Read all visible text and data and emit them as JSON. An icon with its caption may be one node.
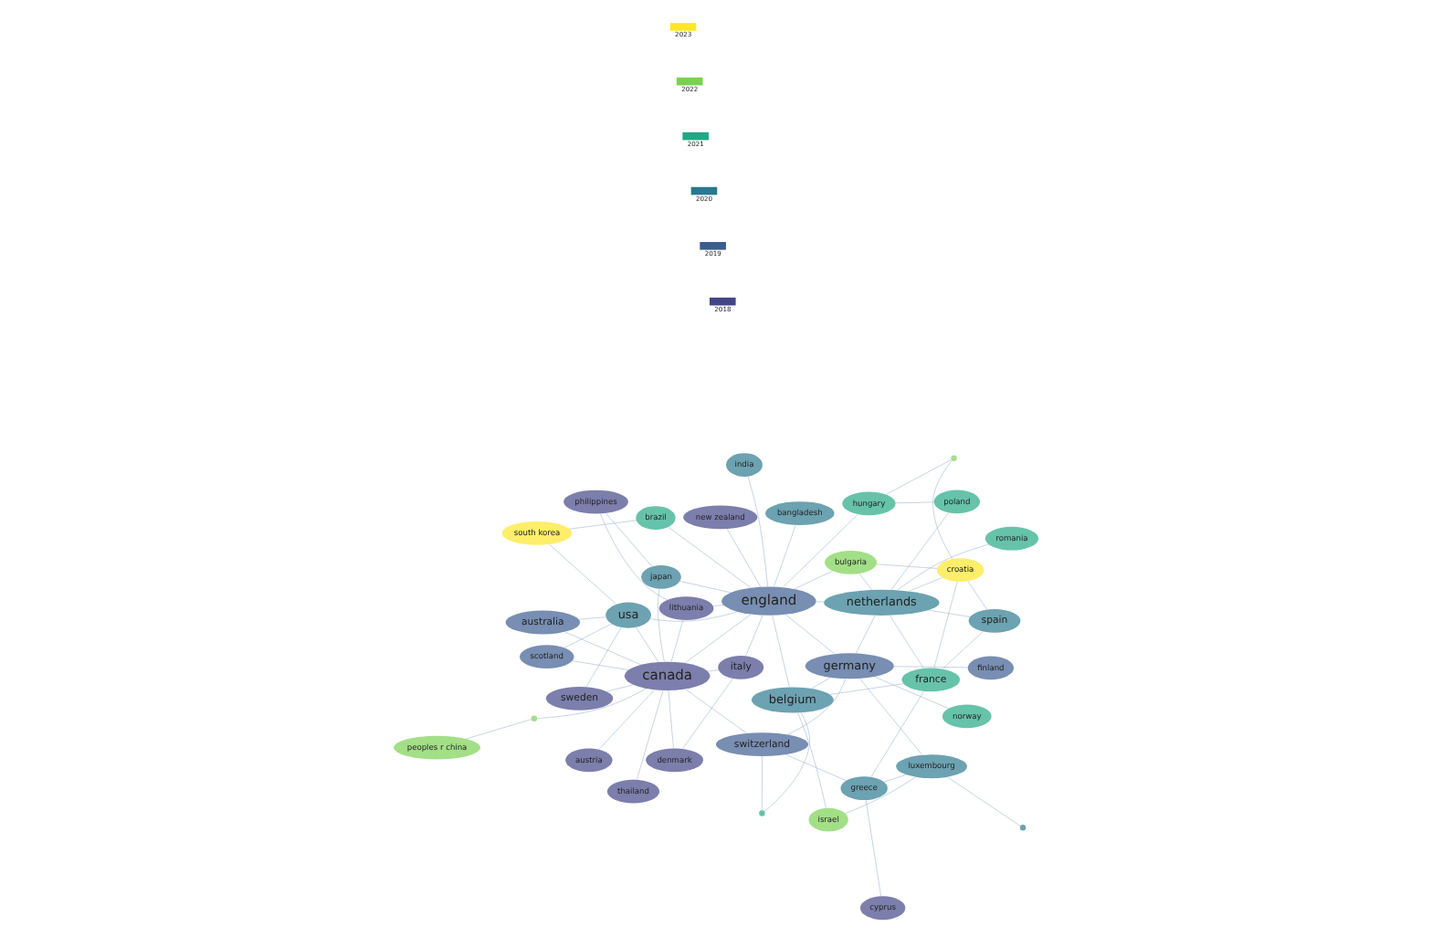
{
  "diagram": {
    "nodes": [
      {
        "text": [
          "cyprus"
        ]
      },
      {
        "text": [
          "greece"
        ]
      },
      {
        "text": [
          "israel"
        ]
      },
      {
        "text": [
          "luxembourg"
        ]
      },
      {
        "text": [],
        "shape": "circle"
      },
      {
        "text": [],
        "shape": "circle"
      },
      {
        "text": [
          "france"
        ]
      },
      {
        "text": [
          "switzerland"
        ]
      },
      {
        "text": [
          "norway"
        ]
      },
      {
        "text": [
          "spain"
        ]
      },
      {
        "text": [
          "belgium"
        ]
      },
      {
        "text": [
          "germany"
        ]
      },
      {
        "text": [
          "croatia"
        ]
      },
      {
        "text": [
          "finland"
        ]
      },
      {
        "text": [
          "netherlands"
        ]
      },
      {
        "text": [
          "bulgaria"
        ]
      },
      {
        "text": [
          "south korea"
        ]
      },
      {
        "text": [
          "australia"
        ]
      },
      {
        "text": [],
        "shape": "circle"
      },
      {
        "text": [
          "brazil"
        ]
      },
      {
        "text": [
          "scotland"
        ]
      },
      {
        "text": [
          "usa"
        ]
      },
      {
        "text": [
          "england"
        ]
      },
      {
        "text": [
          "romania"
        ]
      },
      {
        "text": [
          "poland"
        ]
      },
      {
        "text": [
          "italy"
        ]
      },
      {
        "text": [
          "hungary"
        ]
      },
      {
        "text": [
          "canada"
        ]
      },
      {
        "text": [
          "sweden"
        ]
      },
      {
        "text": [
          "thailand"
        ]
      },
      {
        "text": [],
        "shape": "circle"
      },
      {
        "text": [
          "denmark"
        ]
      },
      {
        "text": [
          "new zealand"
        ]
      },
      {
        "text": [
          "bangladesh"
        ]
      },
      {
        "text": [
          "peoples r china"
        ]
      },
      {
        "text": [
          "austria"
        ]
      },
      {
        "text": [
          "lithuania"
        ]
      },
      {
        "text": [
          "japan"
        ]
      },
      {
        "text": [
          "philippines"
        ]
      },
      {
        "text": [
          "india"
        ]
      }
    ],
    "edges": [
      {
        "from": 0,
        "to": 1,
        "arrow": "none"
      },
      {
        "from": 1,
        "to": 3,
        "arrow": "none"
      },
      {
        "from": 1,
        "to": 7,
        "arrow": "none"
      },
      {
        "from": 1,
        "to": 6,
        "arrow": "none"
      },
      {
        "from": 2,
        "to": 3,
        "arrow": "none"
      },
      {
        "from": 2,
        "to": 10,
        "arrow": "none"
      },
      {
        "from": 4,
        "to": 3,
        "arrow": "none"
      },
      {
        "from": 5,
        "to": 7,
        "arrow": "none"
      },
      {
        "from": 5,
        "to": 10,
        "arrow": "none"
      },
      {
        "from": 3,
        "to": 11,
        "arrow": "none"
      },
      {
        "from": 6,
        "to": 9,
        "arrow": "none"
      },
      {
        "from": 6,
        "to": 14,
        "arrow": "none"
      },
      {
        "from": 6,
        "to": 10,
        "arrow": "none"
      },
      {
        "from": 7,
        "to": 11,
        "arrow": "none"
      },
      {
        "from": 7,
        "to": 27,
        "arrow": "none"
      },
      {
        "from": 8,
        "to": 11,
        "arrow": "none"
      },
      {
        "from": 9,
        "to": 14,
        "arrow": "none"
      },
      {
        "from": 10,
        "to": 11,
        "arrow": "none"
      },
      {
        "from": 10,
        "to": 22,
        "arrow": "none"
      },
      {
        "from": 11,
        "to": 14,
        "arrow": "none"
      },
      {
        "from": 11,
        "to": 22,
        "arrow": "none"
      },
      {
        "from": 12,
        "to": 9,
        "arrow": "none"
      },
      {
        "from": 12,
        "to": 14,
        "arrow": "none"
      },
      {
        "from": 12,
        "to": 6,
        "arrow": "none"
      },
      {
        "from": 12,
        "to": 15,
        "arrow": "none"
      },
      {
        "from": 13,
        "to": 11,
        "arrow": "none"
      },
      {
        "from": 14,
        "to": 22,
        "arrow": "none"
      },
      {
        "from": 15,
        "to": 14,
        "arrow": "none"
      },
      {
        "from": 15,
        "to": 22,
        "arrow": "none"
      },
      {
        "from": 16,
        "to": 19,
        "arrow": "none"
      },
      {
        "from": 16,
        "to": 21,
        "arrow": "none"
      },
      {
        "from": 17,
        "to": 21,
        "arrow": "none"
      },
      {
        "from": 17,
        "to": 27,
        "arrow": "none"
      },
      {
        "from": 18,
        "to": 12,
        "arrow": "none"
      },
      {
        "from": 18,
        "to": 26,
        "arrow": "none"
      },
      {
        "from": 19,
        "to": 22,
        "arrow": "none"
      },
      {
        "from": 20,
        "to": 27,
        "arrow": "none"
      },
      {
        "from": 20,
        "to": 21,
        "arrow": "none"
      },
      {
        "from": 21,
        "to": 22,
        "arrow": "none"
      },
      {
        "from": 21,
        "to": 27,
        "arrow": "none"
      },
      {
        "from": 22,
        "to": 27,
        "arrow": "none"
      },
      {
        "from": 22,
        "to": 25,
        "arrow": "none"
      },
      {
        "from": 23,
        "to": 14,
        "arrow": "none"
      },
      {
        "from": 24,
        "to": 26,
        "arrow": "none"
      },
      {
        "from": 24,
        "to": 14,
        "arrow": "none"
      },
      {
        "from": 25,
        "to": 27,
        "arrow": "none"
      },
      {
        "from": 26,
        "to": 22,
        "arrow": "none"
      },
      {
        "from": 28,
        "to": 21,
        "arrow": "none"
      },
      {
        "from": 28,
        "to": 27,
        "arrow": "none"
      },
      {
        "from": 29,
        "to": 27,
        "arrow": "none"
      },
      {
        "from": 30,
        "to": 27,
        "arrow": "none"
      },
      {
        "from": 31,
        "to": 27,
        "arrow": "none"
      },
      {
        "from": 31,
        "to": 25,
        "arrow": "none"
      },
      {
        "from": 32,
        "to": 22,
        "arrow": "none"
      },
      {
        "from": 33,
        "to": 22,
        "arrow": "none"
      },
      {
        "from": 34,
        "to": 30,
        "arrow": "none"
      },
      {
        "from": 35,
        "to": 27,
        "arrow": "none"
      },
      {
        "from": 36,
        "to": 22,
        "arrow": "none"
      },
      {
        "from": 36,
        "to": 27,
        "arrow": "none"
      },
      {
        "from": 37,
        "to": 22,
        "arrow": "none"
      },
      {
        "from": 37,
        "to": 27,
        "arrow": "none"
      },
      {
        "from": 38,
        "to": 36,
        "arrow": "none"
      },
      {
        "from": 38,
        "to": 37,
        "arrow": "none"
      },
      {
        "from": 39,
        "to": 22,
        "arrow": "none"
      }
    ],
    "labels": [
      "2018",
      "2019",
      "2020",
      "2021",
      "2022",
      "2023"
    ]
  }
}
